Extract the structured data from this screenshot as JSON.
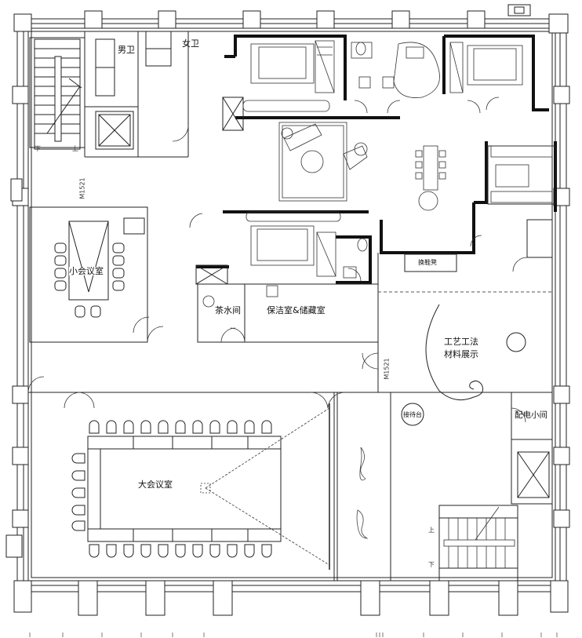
{
  "rooms": {
    "male_wc": "男卫",
    "female_wc": "女卫",
    "small_meeting": "小会议室",
    "tea_room": "茶水间",
    "cleaning_storage": "保洁室&储藏室",
    "craft_display_line1": "工艺工法",
    "craft_display_line2": "材料展示",
    "power_room": "配电小间",
    "reception": "接待台",
    "shoe_change": "换鞋凳",
    "large_meeting": "大会议室"
  },
  "stairs": {
    "left_down": "下",
    "left_up": "上",
    "right_up": "上",
    "right_down": "下"
  },
  "door_codes": {
    "west": "M1521",
    "center": "M1521"
  }
}
